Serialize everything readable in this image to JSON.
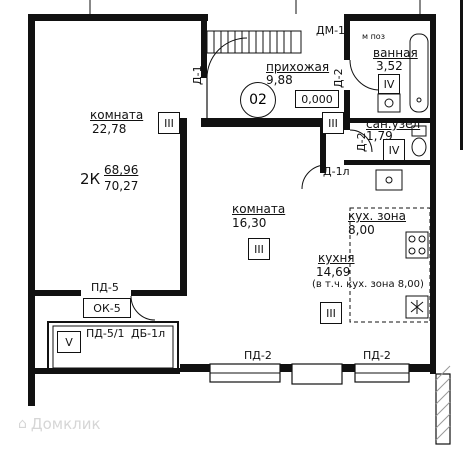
{
  "rooms": {
    "room1": {
      "name": "комната",
      "area": "22,78",
      "class": "III"
    },
    "room2": {
      "name": "комната",
      "area": "16,30",
      "class": "III"
    },
    "hall": {
      "name": "прихожая",
      "area": "9,88",
      "value": "0,000",
      "class": "III"
    },
    "bath": {
      "name": "ванная",
      "area": "3,52",
      "class": "IV",
      "code": "м поз"
    },
    "wc": {
      "name": "сан.узел",
      "area": "1,79",
      "class": "IV"
    },
    "kitchen_zone": {
      "name": "кух. зона",
      "area": "8,00"
    },
    "kitchen": {
      "name": "кухня",
      "area": "14,69",
      "note": "(в т.ч. кух. зона 8,00)",
      "class": "III"
    },
    "balcony": {
      "class": "V"
    }
  },
  "apartment": {
    "number": "02",
    "type": "2К",
    "area_living": "68,96",
    "area_total": "70,27"
  },
  "doors": [
    "ДМ-1",
    "Д-1",
    "Д-2",
    "Д-2",
    "Д-1л"
  ],
  "windows": {
    "w1": "ПД-5",
    "w2": "ОК-5",
    "w3": "ПД-5/1",
    "w4": "ДБ-1л",
    "w5": "ПД-2",
    "w6": "ПД-2"
  },
  "watermark": "Домклик"
}
